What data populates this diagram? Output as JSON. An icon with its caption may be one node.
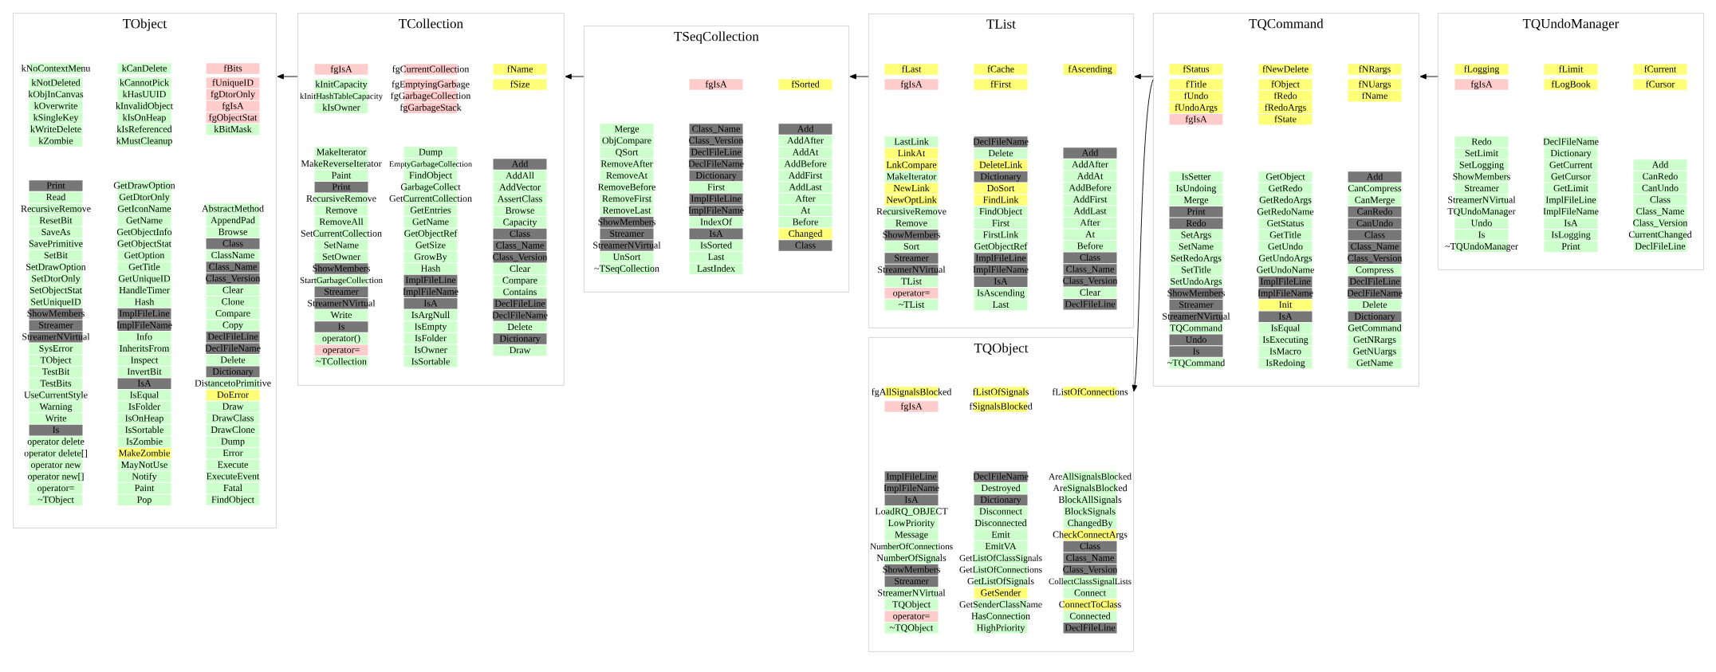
{
  "diagram": {
    "nodes": [
      {
        "text": [
          "TObject"
        ]
      },
      {
        "text": [
          "kNoContextMenu"
        ],
        "in": 0
      },
      {
        "text": [
          "kNotDeleted"
        ],
        "in": 0
      },
      {
        "text": [
          "kObjInCanvas"
        ],
        "in": 0
      },
      {
        "text": [
          "kOverwrite"
        ],
        "in": 0
      },
      {
        "text": [
          "kSingleKey"
        ],
        "in": 0
      },
      {
        "text": [
          "kWriteDelete"
        ],
        "in": 0
      },
      {
        "text": [
          "kZombie"
        ],
        "in": 0
      },
      {
        "text": [
          "kCanDelete"
        ],
        "in": 0
      },
      {
        "text": [
          "kCannotPick"
        ],
        "in": 0
      },
      {
        "text": [
          "kHasUUID"
        ],
        "in": 0
      },
      {
        "text": [
          "kInvalidObject"
        ],
        "in": 0
      },
      {
        "text": [
          "kIsOnHeap"
        ],
        "in": 0
      },
      {
        "text": [
          "kIsReferenced"
        ],
        "in": 0
      },
      {
        "text": [
          "kMustCleanup"
        ],
        "in": 0
      },
      {
        "text": [
          "fBits"
        ],
        "in": 0
      },
      {
        "text": [
          "fUniqueID"
        ],
        "in": 0
      },
      {
        "text": [
          "fgDtorOnly"
        ],
        "in": 0
      },
      {
        "text": [
          "fgIsA"
        ],
        "in": 0
      },
      {
        "text": [
          "fgObjectStat"
        ],
        "in": 0
      },
      {
        "text": [
          "kBitMask"
        ],
        "in": 0
      },
      {
        "text": [
          "Print"
        ],
        "in": 0
      },
      {
        "text": [
          "Read"
        ],
        "in": 0
      },
      {
        "text": [
          "RecursiveRemove"
        ],
        "in": 0
      },
      {
        "text": [
          "ResetBit"
        ],
        "in": 0
      },
      {
        "text": [
          "SaveAs"
        ],
        "in": 0
      },
      {
        "text": [
          "SavePrimitive"
        ],
        "in": 0
      },
      {
        "text": [
          "SetBit"
        ],
        "in": 0
      },
      {
        "text": [
          "SetDrawOption"
        ],
        "in": 0
      },
      {
        "text": [
          "SetDtorOnly"
        ],
        "in": 0
      },
      {
        "text": [
          "SetObjectStat"
        ],
        "in": 0
      },
      {
        "text": [
          "SetUniqueID"
        ],
        "in": 0
      },
      {
        "text": [
          "ShowMembers"
        ],
        "in": 0
      },
      {
        "text": [
          "Streamer"
        ],
        "in": 0
      },
      {
        "text": [
          "StreamerNVirtual"
        ],
        "in": 0
      },
      {
        "text": [
          "SysError"
        ],
        "in": 0
      },
      {
        "text": [
          "TObject"
        ],
        "in": 0
      },
      {
        "text": [
          "TestBit"
        ],
        "in": 0
      },
      {
        "text": [
          "TestBits"
        ],
        "in": 0
      },
      {
        "text": [
          "UseCurrentStyle"
        ],
        "in": 0
      },
      {
        "text": [
          "Warning"
        ],
        "in": 0
      },
      {
        "text": [
          "Write"
        ],
        "in": 0
      },
      {
        "text": [
          "Is"
        ],
        "in": 0
      },
      {
        "text": [
          "operator delete"
        ],
        "in": 0
      },
      {
        "text": [
          "operator delete[]"
        ],
        "in": 0
      },
      {
        "text": [
          "operator new"
        ],
        "in": 0
      },
      {
        "text": [
          "operator new[]"
        ],
        "in": 0
      },
      {
        "text": [
          "operator="
        ],
        "in": 0
      },
      {
        "text": [
          "~TObject"
        ],
        "in": 0
      },
      {
        "text": [
          "GetDrawOption"
        ],
        "in": 0
      },
      {
        "text": [
          "GetDtorOnly"
        ],
        "in": 0
      },
      {
        "text": [
          "GetIconName"
        ],
        "in": 0
      },
      {
        "text": [
          "GetName"
        ],
        "in": 0
      },
      {
        "text": [
          "GetObjectInfo"
        ],
        "in": 0
      },
      {
        "text": [
          "GetObjectStat"
        ],
        "in": 0
      },
      {
        "text": [
          "GetOption"
        ],
        "in": 0
      },
      {
        "text": [
          "GetTitle"
        ],
        "in": 0
      },
      {
        "text": [
          "GetUniqueID"
        ],
        "in": 0
      },
      {
        "text": [
          "HandleTimer"
        ],
        "in": 0
      },
      {
        "text": [
          "Hash"
        ],
        "in": 0
      },
      {
        "text": [
          "ImplFileLine"
        ],
        "in": 0
      },
      {
        "text": [
          "ImplFileName"
        ],
        "in": 0
      },
      {
        "text": [
          "Info"
        ],
        "in": 0
      },
      {
        "text": [
          "InheritsFrom"
        ],
        "in": 0
      },
      {
        "text": [
          "Inspect"
        ],
        "in": 0
      },
      {
        "text": [
          "InvertBit"
        ],
        "in": 0
      },
      {
        "text": [
          "IsA"
        ],
        "in": 0
      },
      {
        "text": [
          "IsEqual"
        ],
        "in": 0
      },
      {
        "text": [
          "IsFolder"
        ],
        "in": 0
      },
      {
        "text": [
          "IsOnHeap"
        ],
        "in": 0
      },
      {
        "text": [
          "IsSortable"
        ],
        "in": 0
      },
      {
        "text": [
          "IsZombie"
        ],
        "in": 0
      },
      {
        "text": [
          "MakeZombie"
        ],
        "in": 0
      },
      {
        "text": [
          "MayNotUse"
        ],
        "in": 0
      },
      {
        "text": [
          "Notify"
        ],
        "in": 0
      },
      {
        "text": [
          "Paint"
        ],
        "in": 0
      },
      {
        "text": [
          "Pop"
        ],
        "in": 0
      },
      {
        "text": [
          "AbstractMethod"
        ],
        "in": 0
      },
      {
        "text": [
          "AppendPad"
        ],
        "in": 0
      },
      {
        "text": [
          "Browse"
        ],
        "in": 0
      },
      {
        "text": [
          "Class"
        ],
        "in": 0
      },
      {
        "text": [
          "ClassName"
        ],
        "in": 0
      },
      {
        "text": [
          "Class_Name"
        ],
        "in": 0
      },
      {
        "text": [
          "Class_Version"
        ],
        "in": 0
      },
      {
        "text": [
          "Clear"
        ],
        "in": 0
      },
      {
        "text": [
          "Clone"
        ],
        "in": 0
      },
      {
        "text": [
          "Compare"
        ],
        "in": 0
      },
      {
        "text": [
          "Copy"
        ],
        "in": 0
      },
      {
        "text": [
          "DeclFileLine"
        ],
        "in": 0
      },
      {
        "text": [
          "DeclFileName"
        ],
        "in": 0
      },
      {
        "text": [
          "Delete"
        ],
        "in": 0
      },
      {
        "text": [
          "Dictionary"
        ],
        "in": 0
      },
      {
        "text": [
          "DistancetoPrimitive"
        ],
        "in": 0
      },
      {
        "text": [
          "DoError"
        ],
        "in": 0
      },
      {
        "text": [
          "Draw"
        ],
        "in": 0
      },
      {
        "text": [
          "DrawClass"
        ],
        "in": 0
      },
      {
        "text": [
          "DrawClone"
        ],
        "in": 0
      },
      {
        "text": [
          "Dump"
        ],
        "in": 0
      },
      {
        "text": [
          "Error"
        ],
        "in": 0
      },
      {
        "text": [
          "Execute"
        ],
        "in": 0
      },
      {
        "text": [
          "ExecuteEvent"
        ],
        "in": 0
      },
      {
        "text": [
          "Fatal"
        ],
        "in": 0
      },
      {
        "text": [
          "FindObject"
        ],
        "in": 0
      },
      {
        "text": [
          "TCollection"
        ]
      },
      {
        "text": [
          "fgIsA"
        ],
        "in": 103
      },
      {
        "text": [
          "kInitCapacity"
        ],
        "in": 103
      },
      {
        "text": [
          "kInitHashTableCapacity"
        ],
        "in": 103
      },
      {
        "text": [
          "kIsOwner"
        ],
        "in": 103
      },
      {
        "text": [
          "fgCurrentCollection"
        ],
        "in": 103
      },
      {
        "text": [
          "fgEmptyingGarbage"
        ],
        "in": 103
      },
      {
        "text": [
          "fgGarbageCollection"
        ],
        "in": 103
      },
      {
        "text": [
          "fgGarbageStack"
        ],
        "in": 103
      },
      {
        "text": [
          "fName"
        ],
        "in": 103
      },
      {
        "text": [
          "fSize"
        ],
        "in": 103
      },
      {
        "text": [
          "MakeIterator"
        ],
        "in": 103
      },
      {
        "text": [
          "MakeReverseIterator"
        ],
        "in": 103
      },
      {
        "text": [
          "Paint"
        ],
        "in": 103
      },
      {
        "text": [
          "Print"
        ],
        "in": 103
      },
      {
        "text": [
          "RecursiveRemove"
        ],
        "in": 103
      },
      {
        "text": [
          "Remove"
        ],
        "in": 103
      },
      {
        "text": [
          "RemoveAll"
        ],
        "in": 103
      },
      {
        "text": [
          "SetCurrentCollection"
        ],
        "in": 103
      },
      {
        "text": [
          "SetName"
        ],
        "in": 103
      },
      {
        "text": [
          "SetOwner"
        ],
        "in": 103
      },
      {
        "text": [
          "ShowMembers"
        ],
        "in": 103
      },
      {
        "text": [
          "StartGarbageCollection"
        ],
        "in": 103
      },
      {
        "text": [
          "Streamer"
        ],
        "in": 103
      },
      {
        "text": [
          "StreamerNVirtual"
        ],
        "in": 103
      },
      {
        "text": [
          "Write"
        ],
        "in": 103
      },
      {
        "text": [
          "Is"
        ],
        "in": 103
      },
      {
        "text": [
          "operator()"
        ],
        "in": 103
      },
      {
        "text": [
          "operator="
        ],
        "in": 103
      },
      {
        "text": [
          "~TCollection"
        ],
        "in": 103
      },
      {
        "text": [
          "Dump"
        ],
        "in": 103
      },
      {
        "text": [
          "EmptyGarbageCollection"
        ],
        "in": 103
      },
      {
        "text": [
          "FindObject"
        ],
        "in": 103
      },
      {
        "text": [
          "GarbageCollect"
        ],
        "in": 103
      },
      {
        "text": [
          "GetCurrentCollection"
        ],
        "in": 103
      },
      {
        "text": [
          "GetEntries"
        ],
        "in": 103
      },
      {
        "text": [
          "GetName"
        ],
        "in": 103
      },
      {
        "text": [
          "GetObjectRef"
        ],
        "in": 103
      },
      {
        "text": [
          "GetSize"
        ],
        "in": 103
      },
      {
        "text": [
          "GrowBy"
        ],
        "in": 103
      },
      {
        "text": [
          "Hash"
        ],
        "in": 103
      },
      {
        "text": [
          "ImplFileLine"
        ],
        "in": 103
      },
      {
        "text": [
          "ImplFileName"
        ],
        "in": 103
      },
      {
        "text": [
          "IsA"
        ],
        "in": 103
      },
      {
        "text": [
          "IsArgNull"
        ],
        "in": 103
      },
      {
        "text": [
          "IsEmpty"
        ],
        "in": 103
      },
      {
        "text": [
          "IsFolder"
        ],
        "in": 103
      },
      {
        "text": [
          "IsOwner"
        ],
        "in": 103
      },
      {
        "text": [
          "IsSortable"
        ],
        "in": 103
      },
      {
        "text": [
          "Add"
        ],
        "in": 103
      },
      {
        "text": [
          "AddAll"
        ],
        "in": 103
      },
      {
        "text": [
          "AddVector"
        ],
        "in": 103
      },
      {
        "text": [
          "AssertClass"
        ],
        "in": 103
      },
      {
        "text": [
          "Browse"
        ],
        "in": 103
      },
      {
        "text": [
          "Capacity"
        ],
        "in": 103
      },
      {
        "text": [
          "Class"
        ],
        "in": 103
      },
      {
        "text": [
          "Class_Name"
        ],
        "in": 103
      },
      {
        "text": [
          "Class_Version"
        ],
        "in": 103
      },
      {
        "text": [
          "Clear"
        ],
        "in": 103
      },
      {
        "text": [
          "Compare"
        ],
        "in": 103
      },
      {
        "text": [
          "Contains"
        ],
        "in": 103
      },
      {
        "text": [
          "DeclFileLine"
        ],
        "in": 103
      },
      {
        "text": [
          "DeclFileName"
        ],
        "in": 103
      },
      {
        "text": [
          "Delete"
        ],
        "in": 103
      },
      {
        "text": [
          "Dictionary"
        ],
        "in": 103
      },
      {
        "text": [
          "Draw"
        ],
        "in": 103
      },
      {
        "text": [
          "TSeqCollection"
        ]
      },
      {
        "text": [
          "fgIsA"
        ],
        "in": 169
      },
      {
        "text": [
          "fSorted"
        ],
        "in": 169
      },
      {
        "text": [
          "Merge"
        ],
        "in": 169
      },
      {
        "text": [
          "ObjCompare"
        ],
        "in": 169
      },
      {
        "text": [
          "QSort"
        ],
        "in": 169
      },
      {
        "text": [
          "RemoveAfter"
        ],
        "in": 169
      },
      {
        "text": [
          "RemoveAt"
        ],
        "in": 169
      },
      {
        "text": [
          "RemoveBefore"
        ],
        "in": 169
      },
      {
        "text": [
          "RemoveFirst"
        ],
        "in": 169
      },
      {
        "text": [
          "RemoveLast"
        ],
        "in": 169
      },
      {
        "text": [
          "ShowMembers"
        ],
        "in": 169
      },
      {
        "text": [
          "Streamer"
        ],
        "in": 169
      },
      {
        "text": [
          "StreamerNVirtual"
        ],
        "in": 169
      },
      {
        "text": [
          "UnSort"
        ],
        "in": 169
      },
      {
        "text": [
          "~TSeqCollection"
        ],
        "in": 169
      },
      {
        "text": [
          "Class_Name"
        ],
        "in": 169
      },
      {
        "text": [
          "Class_Version"
        ],
        "in": 169
      },
      {
        "text": [
          "DeclFileLine"
        ],
        "in": 169
      },
      {
        "text": [
          "DeclFileName"
        ],
        "in": 169
      },
      {
        "text": [
          "Dictionary"
        ],
        "in": 169
      },
      {
        "text": [
          "First"
        ],
        "in": 169
      },
      {
        "text": [
          "ImplFileLine"
        ],
        "in": 169
      },
      {
        "text": [
          "ImplFileName"
        ],
        "in": 169
      },
      {
        "text": [
          "IndexOf"
        ],
        "in": 169
      },
      {
        "text": [
          "IsA"
        ],
        "in": 169
      },
      {
        "text": [
          "IsSorted"
        ],
        "in": 169
      },
      {
        "text": [
          "Last"
        ],
        "in": 169
      },
      {
        "text": [
          "LastIndex"
        ],
        "in": 169
      },
      {
        "text": [
          "Add"
        ],
        "in": 169
      },
      {
        "text": [
          "AddAfter"
        ],
        "in": 169
      },
      {
        "text": [
          "AddAt"
        ],
        "in": 169
      },
      {
        "text": [
          "AddBefore"
        ],
        "in": 169
      },
      {
        "text": [
          "AddFirst"
        ],
        "in": 169
      },
      {
        "text": [
          "AddLast"
        ],
        "in": 169
      },
      {
        "text": [
          "After"
        ],
        "in": 169
      },
      {
        "text": [
          "At"
        ],
        "in": 169
      },
      {
        "text": [
          "Before"
        ],
        "in": 169
      },
      {
        "text": [
          "Changed"
        ],
        "in": 169
      },
      {
        "text": [
          "Class"
        ],
        "in": 169
      },
      {
        "text": [
          "TList"
        ]
      },
      {
        "text": [
          "fLast"
        ],
        "in": 209
      },
      {
        "text": [
          "fgIsA"
        ],
        "in": 209
      },
      {
        "text": [
          "fCache"
        ],
        "in": 209
      },
      {
        "text": [
          "fFirst"
        ],
        "in": 209
      },
      {
        "text": [
          "fAscending"
        ],
        "in": 209
      },
      {
        "text": [
          "LastLink"
        ],
        "in": 209
      },
      {
        "text": [
          "LinkAt"
        ],
        "in": 209
      },
      {
        "text": [
          "LnkCompare"
        ],
        "in": 209
      },
      {
        "text": [
          "MakeIterator"
        ],
        "in": 209
      },
      {
        "text": [
          "NewLink"
        ],
        "in": 209
      },
      {
        "text": [
          "NewOptLink"
        ],
        "in": 209
      },
      {
        "text": [
          "RecursiveRemove"
        ],
        "in": 209
      },
      {
        "text": [
          "Remove"
        ],
        "in": 209
      },
      {
        "text": [
          "ShowMembers"
        ],
        "in": 209
      },
      {
        "text": [
          "Sort"
        ],
        "in": 209
      },
      {
        "text": [
          "Streamer"
        ],
        "in": 209
      },
      {
        "text": [
          "StreamerNVirtual"
        ],
        "in": 209
      },
      {
        "text": [
          "TList"
        ],
        "in": 209
      },
      {
        "text": [
          "operator="
        ],
        "in": 209
      },
      {
        "text": [
          "~TList"
        ],
        "in": 209
      },
      {
        "text": [
          "DeclFileName"
        ],
        "in": 209
      },
      {
        "text": [
          "Delete"
        ],
        "in": 209
      },
      {
        "text": [
          "DeleteLink"
        ],
        "in": 209
      },
      {
        "text": [
          "Dictionary"
        ],
        "in": 209
      },
      {
        "text": [
          "DoSort"
        ],
        "in": 209
      },
      {
        "text": [
          "FindLink"
        ],
        "in": 209
      },
      {
        "text": [
          "FindObject"
        ],
        "in": 209
      },
      {
        "text": [
          "First"
        ],
        "in": 209
      },
      {
        "text": [
          "FirstLink"
        ],
        "in": 209
      },
      {
        "text": [
          "GetObjectRef"
        ],
        "in": 209
      },
      {
        "text": [
          "ImplFileLine"
        ],
        "in": 209
      },
      {
        "text": [
          "ImplFileName"
        ],
        "in": 209
      },
      {
        "text": [
          "IsA"
        ],
        "in": 209
      },
      {
        "text": [
          "IsAscending"
        ],
        "in": 209
      },
      {
        "text": [
          "Last"
        ],
        "in": 209
      },
      {
        "text": [
          "Add"
        ],
        "in": 209
      },
      {
        "text": [
          "AddAfter"
        ],
        "in": 209
      },
      {
        "text": [
          "AddAt"
        ],
        "in": 209
      },
      {
        "text": [
          "AddBefore"
        ],
        "in": 209
      },
      {
        "text": [
          "AddFirst"
        ],
        "in": 209
      },
      {
        "text": [
          "AddLast"
        ],
        "in": 209
      },
      {
        "text": [
          "After"
        ],
        "in": 209
      },
      {
        "text": [
          "At"
        ],
        "in": 209
      },
      {
        "text": [
          "Before"
        ],
        "in": 209
      },
      {
        "text": [
          "Class"
        ],
        "in": 209
      },
      {
        "text": [
          "Class_Name"
        ],
        "in": 209
      },
      {
        "text": [
          "Class_Version"
        ],
        "in": 209
      },
      {
        "text": [
          "Clear"
        ],
        "in": 209
      },
      {
        "text": [
          "DeclFileLine"
        ],
        "in": 209
      },
      {
        "text": [
          "TQObject"
        ]
      },
      {
        "text": [
          "fgAllSignalsBlocked"
        ],
        "in": 259
      },
      {
        "text": [
          "fgIsA"
        ],
        "in": 259
      },
      {
        "text": [
          "fListOfSignals"
        ],
        "in": 259
      },
      {
        "text": [
          "fSignalsBlocked"
        ],
        "in": 259
      },
      {
        "text": [
          "fListOfConnections"
        ],
        "in": 259
      },
      {
        "text": [
          "ImplFileLine"
        ],
        "in": 259
      },
      {
        "text": [
          "ImplFileName"
        ],
        "in": 259
      },
      {
        "text": [
          "IsA"
        ],
        "in": 259
      },
      {
        "text": [
          "LoadRQ_OBJECT"
        ],
        "in": 259
      },
      {
        "text": [
          "LowPriority"
        ],
        "in": 259
      },
      {
        "text": [
          "Message"
        ],
        "in": 259
      },
      {
        "text": [
          "NumberOfConnections"
        ],
        "in": 259
      },
      {
        "text": [
          "NumberOfSignals"
        ],
        "in": 259
      },
      {
        "text": [
          "ShowMembers"
        ],
        "in": 259
      },
      {
        "text": [
          "Streamer"
        ],
        "in": 259
      },
      {
        "text": [
          "StreamerNVirtual"
        ],
        "in": 259
      },
      {
        "text": [
          "TQObject"
        ],
        "in": 259
      },
      {
        "text": [
          "operator="
        ],
        "in": 259
      },
      {
        "text": [
          "~TQObject"
        ],
        "in": 259
      },
      {
        "text": [
          "DeclFileName"
        ],
        "in": 259
      },
      {
        "text": [
          "Destroyed"
        ],
        "in": 259
      },
      {
        "text": [
          "Dictionary"
        ],
        "in": 259
      },
      {
        "text": [
          "Disconnect"
        ],
        "in": 259
      },
      {
        "text": [
          "Disconnected"
        ],
        "in": 259
      },
      {
        "text": [
          "Emit"
        ],
        "in": 259
      },
      {
        "text": [
          "EmitVA"
        ],
        "in": 259
      },
      {
        "text": [
          "GetListOfClassSignals"
        ],
        "in": 259
      },
      {
        "text": [
          "GetListOfConnections"
        ],
        "in": 259
      },
      {
        "text": [
          "GetListOfSignals"
        ],
        "in": 259
      },
      {
        "text": [
          "GetSender"
        ],
        "in": 259
      },
      {
        "text": [
          "GetSenderClassName"
        ],
        "in": 259
      },
      {
        "text": [
          "HasConnection"
        ],
        "in": 259
      },
      {
        "text": [
          "HighPriority"
        ],
        "in": 259
      },
      {
        "text": [
          "AreAllSignalsBlocked"
        ],
        "in": 259
      },
      {
        "text": [
          "AreSignalsBlocked"
        ],
        "in": 259
      },
      {
        "text": [
          "BlockAllSignals"
        ],
        "in": 259
      },
      {
        "text": [
          "BlockSignals"
        ],
        "in": 259
      },
      {
        "text": [
          "ChangedBy"
        ],
        "in": 259
      },
      {
        "text": [
          "CheckConnectArgs"
        ],
        "in": 259
      },
      {
        "text": [
          "Class"
        ],
        "in": 259
      },
      {
        "text": [
          "Class_Name"
        ],
        "in": 259
      },
      {
        "text": [
          "Class_Version"
        ],
        "in": 259
      },
      {
        "text": [
          "CollectClassSignalLists"
        ],
        "in": 259
      },
      {
        "text": [
          "Connect"
        ],
        "in": 259
      },
      {
        "text": [
          "ConnectToClass"
        ],
        "in": 259
      },
      {
        "text": [
          "Connected"
        ],
        "in": 259
      },
      {
        "text": [
          "DeclFileLine"
        ],
        "in": 259
      },
      {
        "text": [
          "TQCommand"
        ]
      },
      {
        "text": [
          "fStatus"
        ],
        "in": 307
      },
      {
        "text": [
          "fTitle"
        ],
        "in": 307
      },
      {
        "text": [
          "fUndo"
        ],
        "in": 307
      },
      {
        "text": [
          "fUndoArgs"
        ],
        "in": 307
      },
      {
        "text": [
          "fgIsA"
        ],
        "in": 307
      },
      {
        "text": [
          "fNewDelete"
        ],
        "in": 307
      },
      {
        "text": [
          "fObject"
        ],
        "in": 307
      },
      {
        "text": [
          "fRedo"
        ],
        "in": 307
      },
      {
        "text": [
          "fRedoArgs"
        ],
        "in": 307
      },
      {
        "text": [
          "fState"
        ],
        "in": 307
      },
      {
        "text": [
          "fNRargs"
        ],
        "in": 307
      },
      {
        "text": [
          "fNUargs"
        ],
        "in": 307
      },
      {
        "text": [
          "fName"
        ],
        "in": 307
      },
      {
        "text": [
          "IsSetter"
        ],
        "in": 307
      },
      {
        "text": [
          "IsUndoing"
        ],
        "in": 307
      },
      {
        "text": [
          "Merge"
        ],
        "in": 307
      },
      {
        "text": [
          "Print"
        ],
        "in": 307
      },
      {
        "text": [
          "Redo"
        ],
        "in": 307
      },
      {
        "text": [
          "SetArgs"
        ],
        "in": 307
      },
      {
        "text": [
          "SetName"
        ],
        "in": 307
      },
      {
        "text": [
          "SetRedoArgs"
        ],
        "in": 307
      },
      {
        "text": [
          "SetTitle"
        ],
        "in": 307
      },
      {
        "text": [
          "SetUndoArgs"
        ],
        "in": 307
      },
      {
        "text": [
          "ShowMembers"
        ],
        "in": 307
      },
      {
        "text": [
          "Streamer"
        ],
        "in": 307
      },
      {
        "text": [
          "StreamerNVirtual"
        ],
        "in": 307
      },
      {
        "text": [
          "TQCommand"
        ],
        "in": 307
      },
      {
        "text": [
          "Undo"
        ],
        "in": 307
      },
      {
        "text": [
          "Is"
        ],
        "in": 307
      },
      {
        "text": [
          "~TQCommand"
        ],
        "in": 307
      },
      {
        "text": [
          "GetObject"
        ],
        "in": 307
      },
      {
        "text": [
          "GetRedo"
        ],
        "in": 307
      },
      {
        "text": [
          "GetRedoArgs"
        ],
        "in": 307
      },
      {
        "text": [
          "GetRedoName"
        ],
        "in": 307
      },
      {
        "text": [
          "GetStatus"
        ],
        "in": 307
      },
      {
        "text": [
          "GetTitle"
        ],
        "in": 307
      },
      {
        "text": [
          "GetUndo"
        ],
        "in": 307
      },
      {
        "text": [
          "GetUndoArgs"
        ],
        "in": 307
      },
      {
        "text": [
          "GetUndoName"
        ],
        "in": 307
      },
      {
        "text": [
          "ImplFileLine"
        ],
        "in": 307
      },
      {
        "text": [
          "ImplFileName"
        ],
        "in": 307
      },
      {
        "text": [
          "Init"
        ],
        "in": 307
      },
      {
        "text": [
          "IsA"
        ],
        "in": 307
      },
      {
        "text": [
          "IsEqual"
        ],
        "in": 307
      },
      {
        "text": [
          "IsExecuting"
        ],
        "in": 307
      },
      {
        "text": [
          "IsMacro"
        ],
        "in": 307
      },
      {
        "text": [
          "IsRedoing"
        ],
        "in": 307
      },
      {
        "text": [
          "Add"
        ],
        "in": 307
      },
      {
        "text": [
          "CanCompress"
        ],
        "in": 307
      },
      {
        "text": [
          "CanMerge"
        ],
        "in": 307
      },
      {
        "text": [
          "CanRedo"
        ],
        "in": 307
      },
      {
        "text": [
          "CanUndo"
        ],
        "in": 307
      },
      {
        "text": [
          "Class"
        ],
        "in": 307
      },
      {
        "text": [
          "Class_Name"
        ],
        "in": 307
      },
      {
        "text": [
          "Class_Version"
        ],
        "in": 307
      },
      {
        "text": [
          "Compress"
        ],
        "in": 307
      },
      {
        "text": [
          "DeclFileLine"
        ],
        "in": 307
      },
      {
        "text": [
          "DeclFileName"
        ],
        "in": 307
      },
      {
        "text": [
          "Delete"
        ],
        "in": 307
      },
      {
        "text": [
          "Dictionary"
        ],
        "in": 307
      },
      {
        "text": [
          "GetCommand"
        ],
        "in": 307
      },
      {
        "text": [
          "GetNRargs"
        ],
        "in": 307
      },
      {
        "text": [
          "GetNUargs"
        ],
        "in": 307
      },
      {
        "text": [
          "GetName"
        ],
        "in": 307
      },
      {
        "text": [
          "TQUndoManager"
        ]
      },
      {
        "text": [
          "fLogging"
        ],
        "in": 372
      },
      {
        "text": [
          "fgIsA"
        ],
        "in": 372
      },
      {
        "text": [
          "fLimit"
        ],
        "in": 372
      },
      {
        "text": [
          "fLogBook"
        ],
        "in": 372
      },
      {
        "text": [
          "fCurrent"
        ],
        "in": 372
      },
      {
        "text": [
          "fCursor"
        ],
        "in": 372
      },
      {
        "text": [
          "Redo"
        ],
        "in": 372
      },
      {
        "text": [
          "SetLimit"
        ],
        "in": 372
      },
      {
        "text": [
          "SetLogging"
        ],
        "in": 372
      },
      {
        "text": [
          "ShowMembers"
        ],
        "in": 372
      },
      {
        "text": [
          "Streamer"
        ],
        "in": 372
      },
      {
        "text": [
          "StreamerNVirtual"
        ],
        "in": 372
      },
      {
        "text": [
          "TQUndoManager"
        ],
        "in": 372
      },
      {
        "text": [
          "Undo"
        ],
        "in": 372
      },
      {
        "text": [
          "Is"
        ],
        "in": 372
      },
      {
        "text": [
          "~TQUndoManager"
        ],
        "in": 372
      },
      {
        "text": [
          "DeclFileName"
        ],
        "in": 372
      },
      {
        "text": [
          "Dictionary"
        ],
        "in": 372
      },
      {
        "text": [
          "GetCurrent"
        ],
        "in": 372
      },
      {
        "text": [
          "GetCursor"
        ],
        "in": 372
      },
      {
        "text": [
          "GetLimit"
        ],
        "in": 372
      },
      {
        "text": [
          "ImplFileLine"
        ],
        "in": 372
      },
      {
        "text": [
          "ImplFileName"
        ],
        "in": 372
      },
      {
        "text": [
          "IsA"
        ],
        "in": 372
      },
      {
        "text": [
          "IsLogging"
        ],
        "in": 372
      },
      {
        "text": [
          "Print"
        ],
        "in": 372
      },
      {
        "text": [
          "Add"
        ],
        "in": 372
      },
      {
        "text": [
          "CanRedo"
        ],
        "in": 372
      },
      {
        "text": [
          "CanUndo"
        ],
        "in": 372
      },
      {
        "text": [
          "Class"
        ],
        "in": 372
      },
      {
        "text": [
          "Class_Name"
        ],
        "in": 372
      },
      {
        "text": [
          "Class_Version"
        ],
        "in": 372
      },
      {
        "text": [
          "CurrentChanged"
        ],
        "in": 372
      },
      {
        "text": [
          "DeclFileLine"
        ],
        "in": 372
      }
    ],
    "edges": [
      {
        "from": 103,
        "to": 0,
        "arrow": "to"
      },
      {
        "from": 169,
        "to": 103,
        "arrow": "to"
      },
      {
        "from": 209,
        "to": 169,
        "arrow": "to"
      },
      {
        "from": 307,
        "to": 209,
        "arrow": "to"
      },
      {
        "from": 307,
        "to": 259,
        "arrow": "to"
      },
      {
        "from": 372,
        "to": 307,
        "arrow": "to"
      }
    ]
  }
}
